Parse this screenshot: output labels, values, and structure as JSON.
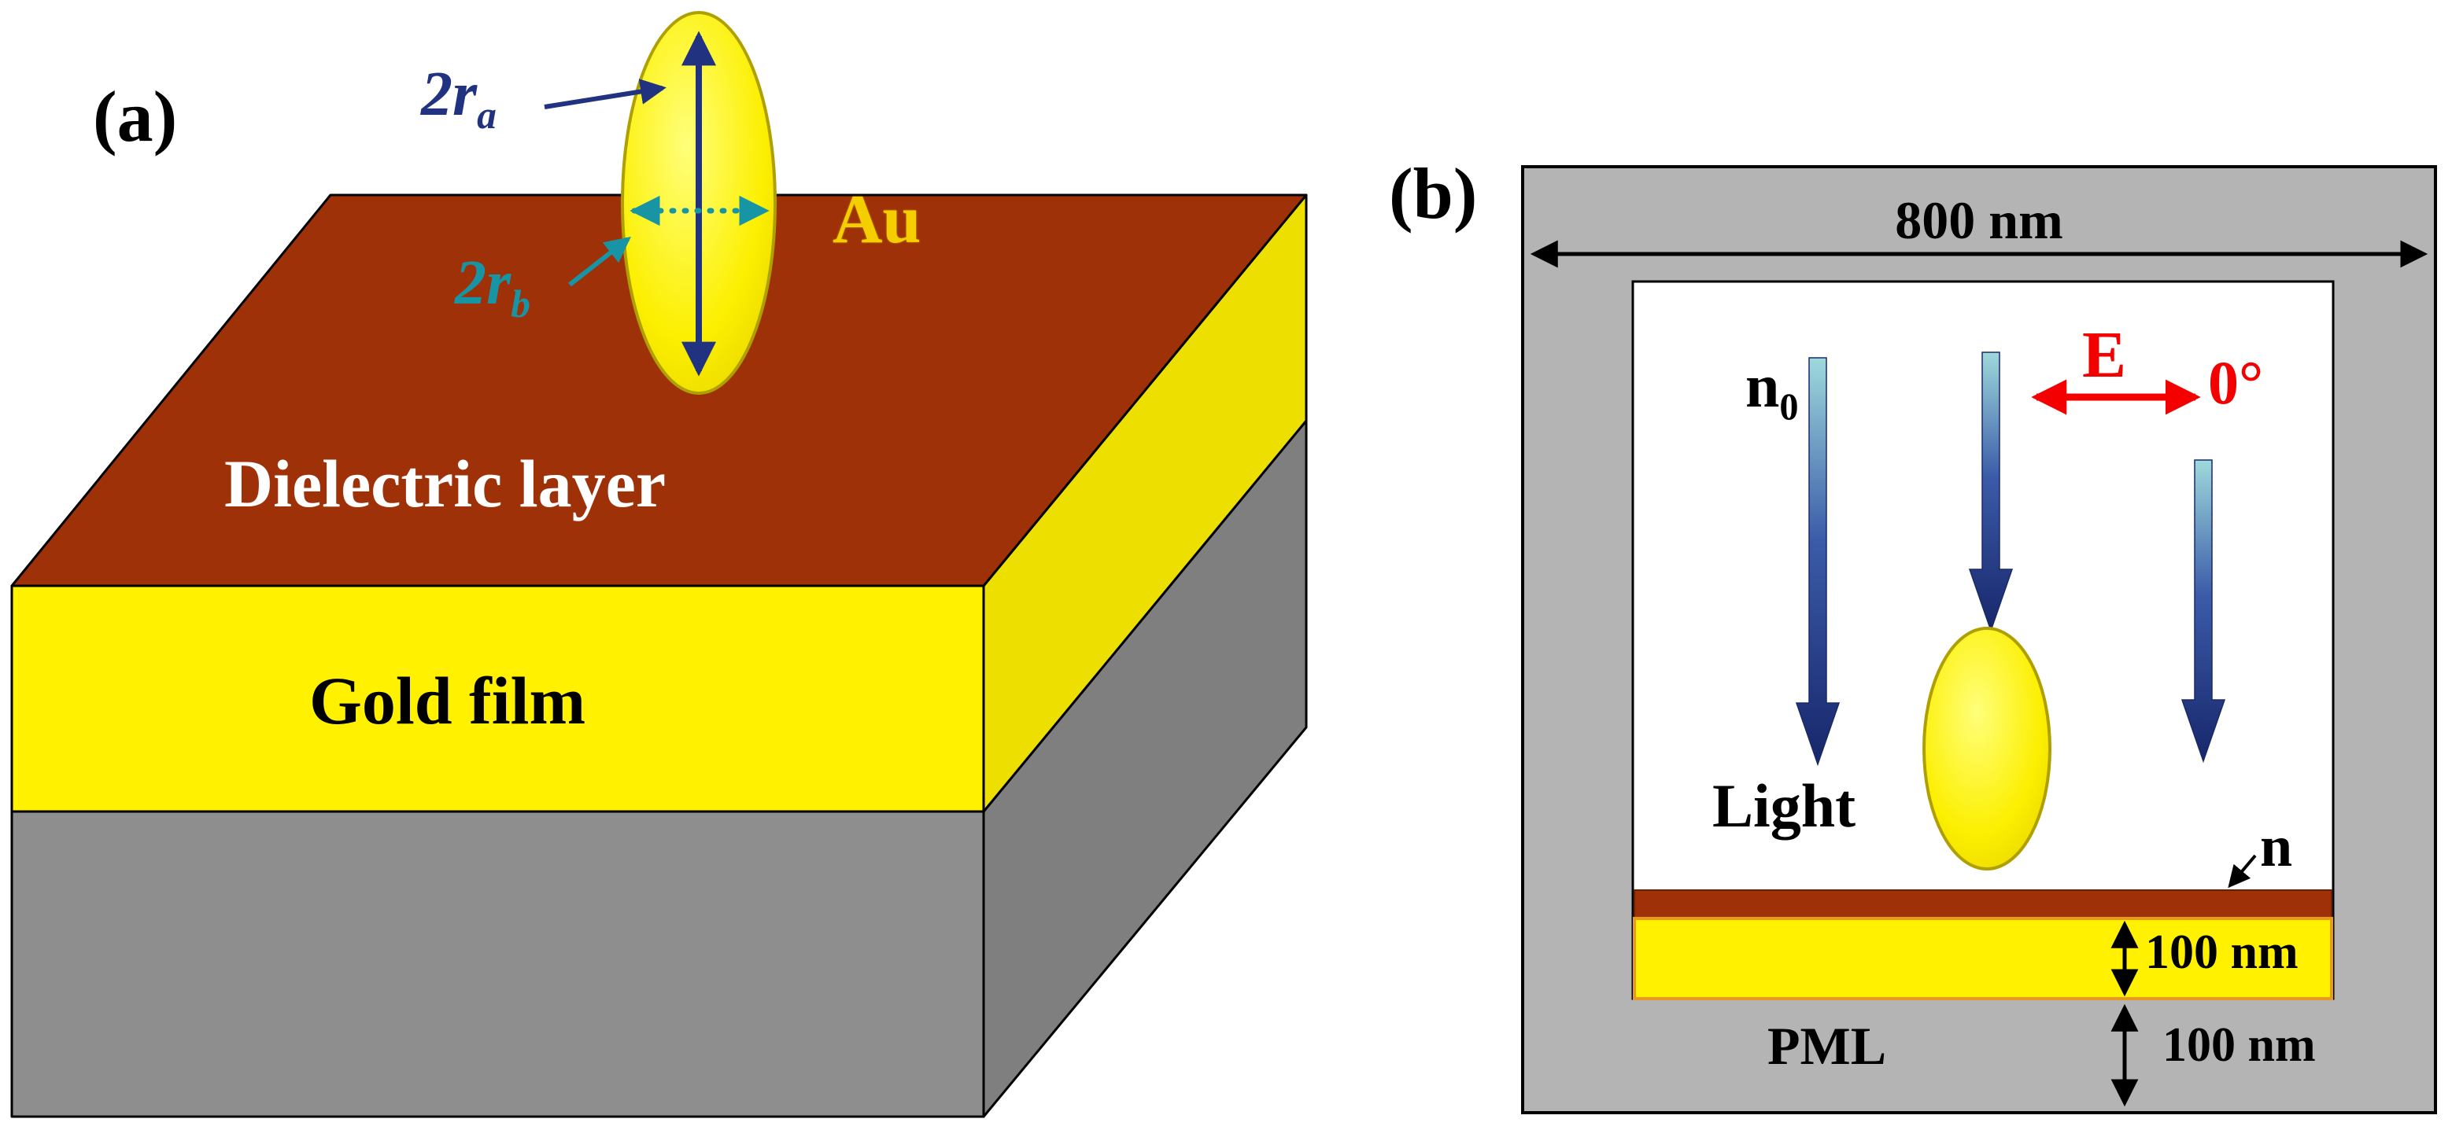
{
  "panel_a": {
    "label": "(a)",
    "ra_label": {
      "base": "2r",
      "sub": "a"
    },
    "rb_label": {
      "base": "2r",
      "sub": "b"
    },
    "au_label": "Au",
    "dielectric_label": "Dielectric layer",
    "gold_film_label": "Gold film"
  },
  "panel_b": {
    "label": "(b)",
    "domain_width": "800 nm",
    "n0_label": {
      "base": "n",
      "sub": "0"
    },
    "e_field_label": "E",
    "polarization_angle": "0°",
    "light_label": "Light",
    "n_label": "n",
    "dielectric_thickness": "100 nm",
    "pml_label": "PML",
    "pml_thickness": "100 nm"
  },
  "colors": {
    "dielectric_red": "#9F3108",
    "gold_yellow": "#FFF100",
    "substrate_gray": "#8E8E8E",
    "pml_gray": "#B4B4B4",
    "navy_arrow": "#213380",
    "teal": "#1795A5",
    "red_accent": "#F40000",
    "au_text_gold": "#F5CE00"
  }
}
